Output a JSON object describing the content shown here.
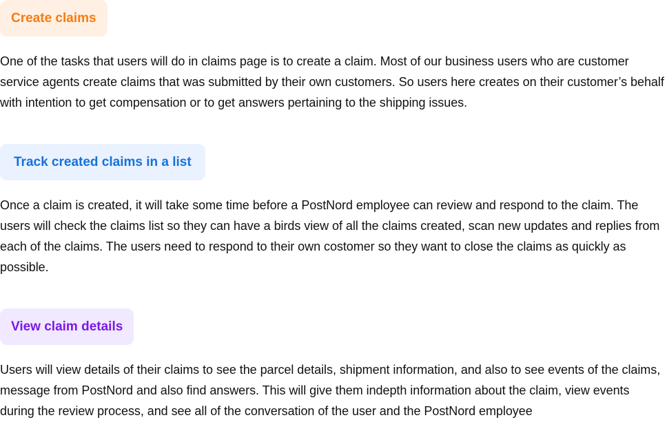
{
  "sections": [
    {
      "tag": "Create claims",
      "text": "One of the tasks that users will do in claims page is to create a claim. Most of our business users who are customer service agents create claims that was submitted by their own customers. So users here creates on their customer’s behalf with intention to get compensation or to get answers pertaining to the shipping issues."
    },
    {
      "tag": "Track created claims in a list",
      "text": "Once a claim is created, it will take some time before a PostNord employee can review and respond to the claim. The users will check the claims list so they can have a birds view of all the claims created, scan new updates and replies from each of the claims. The users need to respond to their own costomer so they want to close the claims as quickly as possible."
    },
    {
      "tag": "View claim details",
      "text": "Users will view details of their claims to see the parcel details, shipment information, and also to see events of the claims, message from PostNord and also find answers. This will give them indepth information about the claim, view events during the review process, and see all of the conversation of the user and the PostNord employee"
    }
  ],
  "colors": {
    "orange_tag_bg": "#fff0e3",
    "orange_tag_text": "#f47c13",
    "blue_tag_bg": "#eaf2ff",
    "blue_tag_text": "#1671d9",
    "purple_tag_bg": "#f1e9ff",
    "purple_tag_text": "#7a19e6",
    "body_text": "#111111"
  }
}
